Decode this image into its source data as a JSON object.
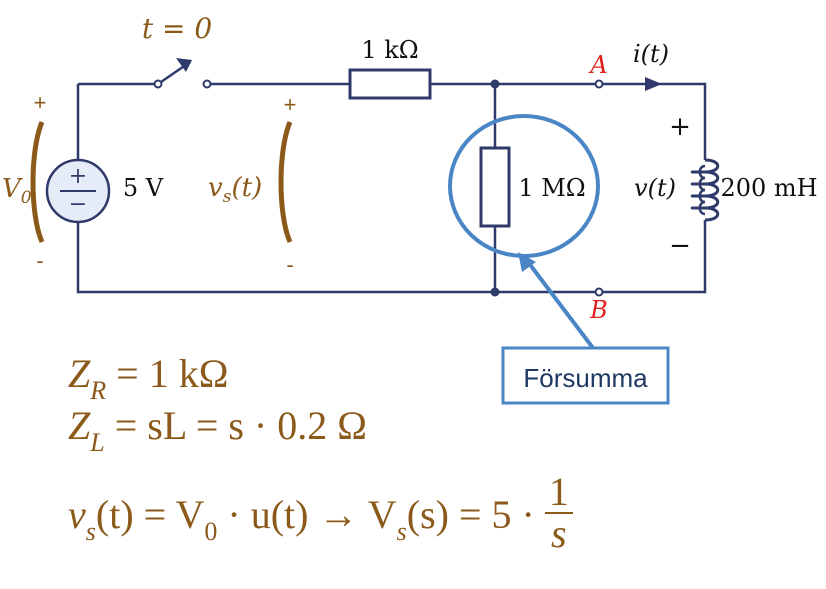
{
  "labels": {
    "t0": "t = 0",
    "resistor_series": "1 kΩ",
    "node_a": "A",
    "node_b": "B",
    "current": "i(t)",
    "v_plus": "+",
    "v_minus": "−",
    "v_out": "v(t)",
    "inductor": "200 mH",
    "resistor_parallel": "1 MΩ",
    "source_value": "5 V",
    "source_plus": "+",
    "source_minus": "−",
    "v0_label": "V",
    "v0_sub": "0",
    "v0_plus": "+",
    "v0_minus": "-",
    "vs_label": "v",
    "vs_sub": "s",
    "vs_arg": "(t)",
    "vs_plus": "+",
    "vs_minus": "-",
    "callout": "Försumma"
  },
  "equations": {
    "zr_lhs": "Z",
    "zr_sub": "R",
    "zr_rhs": " = 1 kΩ",
    "zl_lhs": "Z",
    "zl_sub": "L",
    "zl_rhs": " = sL = s · 0.2 Ω",
    "vs_lhs": "v",
    "vs_sub": "s",
    "vs_mid1": "(t) = V",
    "vs_sub0": "0",
    "vs_mid2": " · u(t) → V",
    "vs_subs": "s",
    "vs_mid3": "(s) = 5 · ",
    "vs_num": "1",
    "vs_den": "s"
  },
  "colors": {
    "wire": "#2F3A6B",
    "component_fill": "#FFFFFF",
    "brown": "#8B5A1A",
    "node_label": "#E0201B",
    "source_fill": "#E6ECF7",
    "highlight": "#4A86C5",
    "callout_border": "#4A86C5"
  }
}
